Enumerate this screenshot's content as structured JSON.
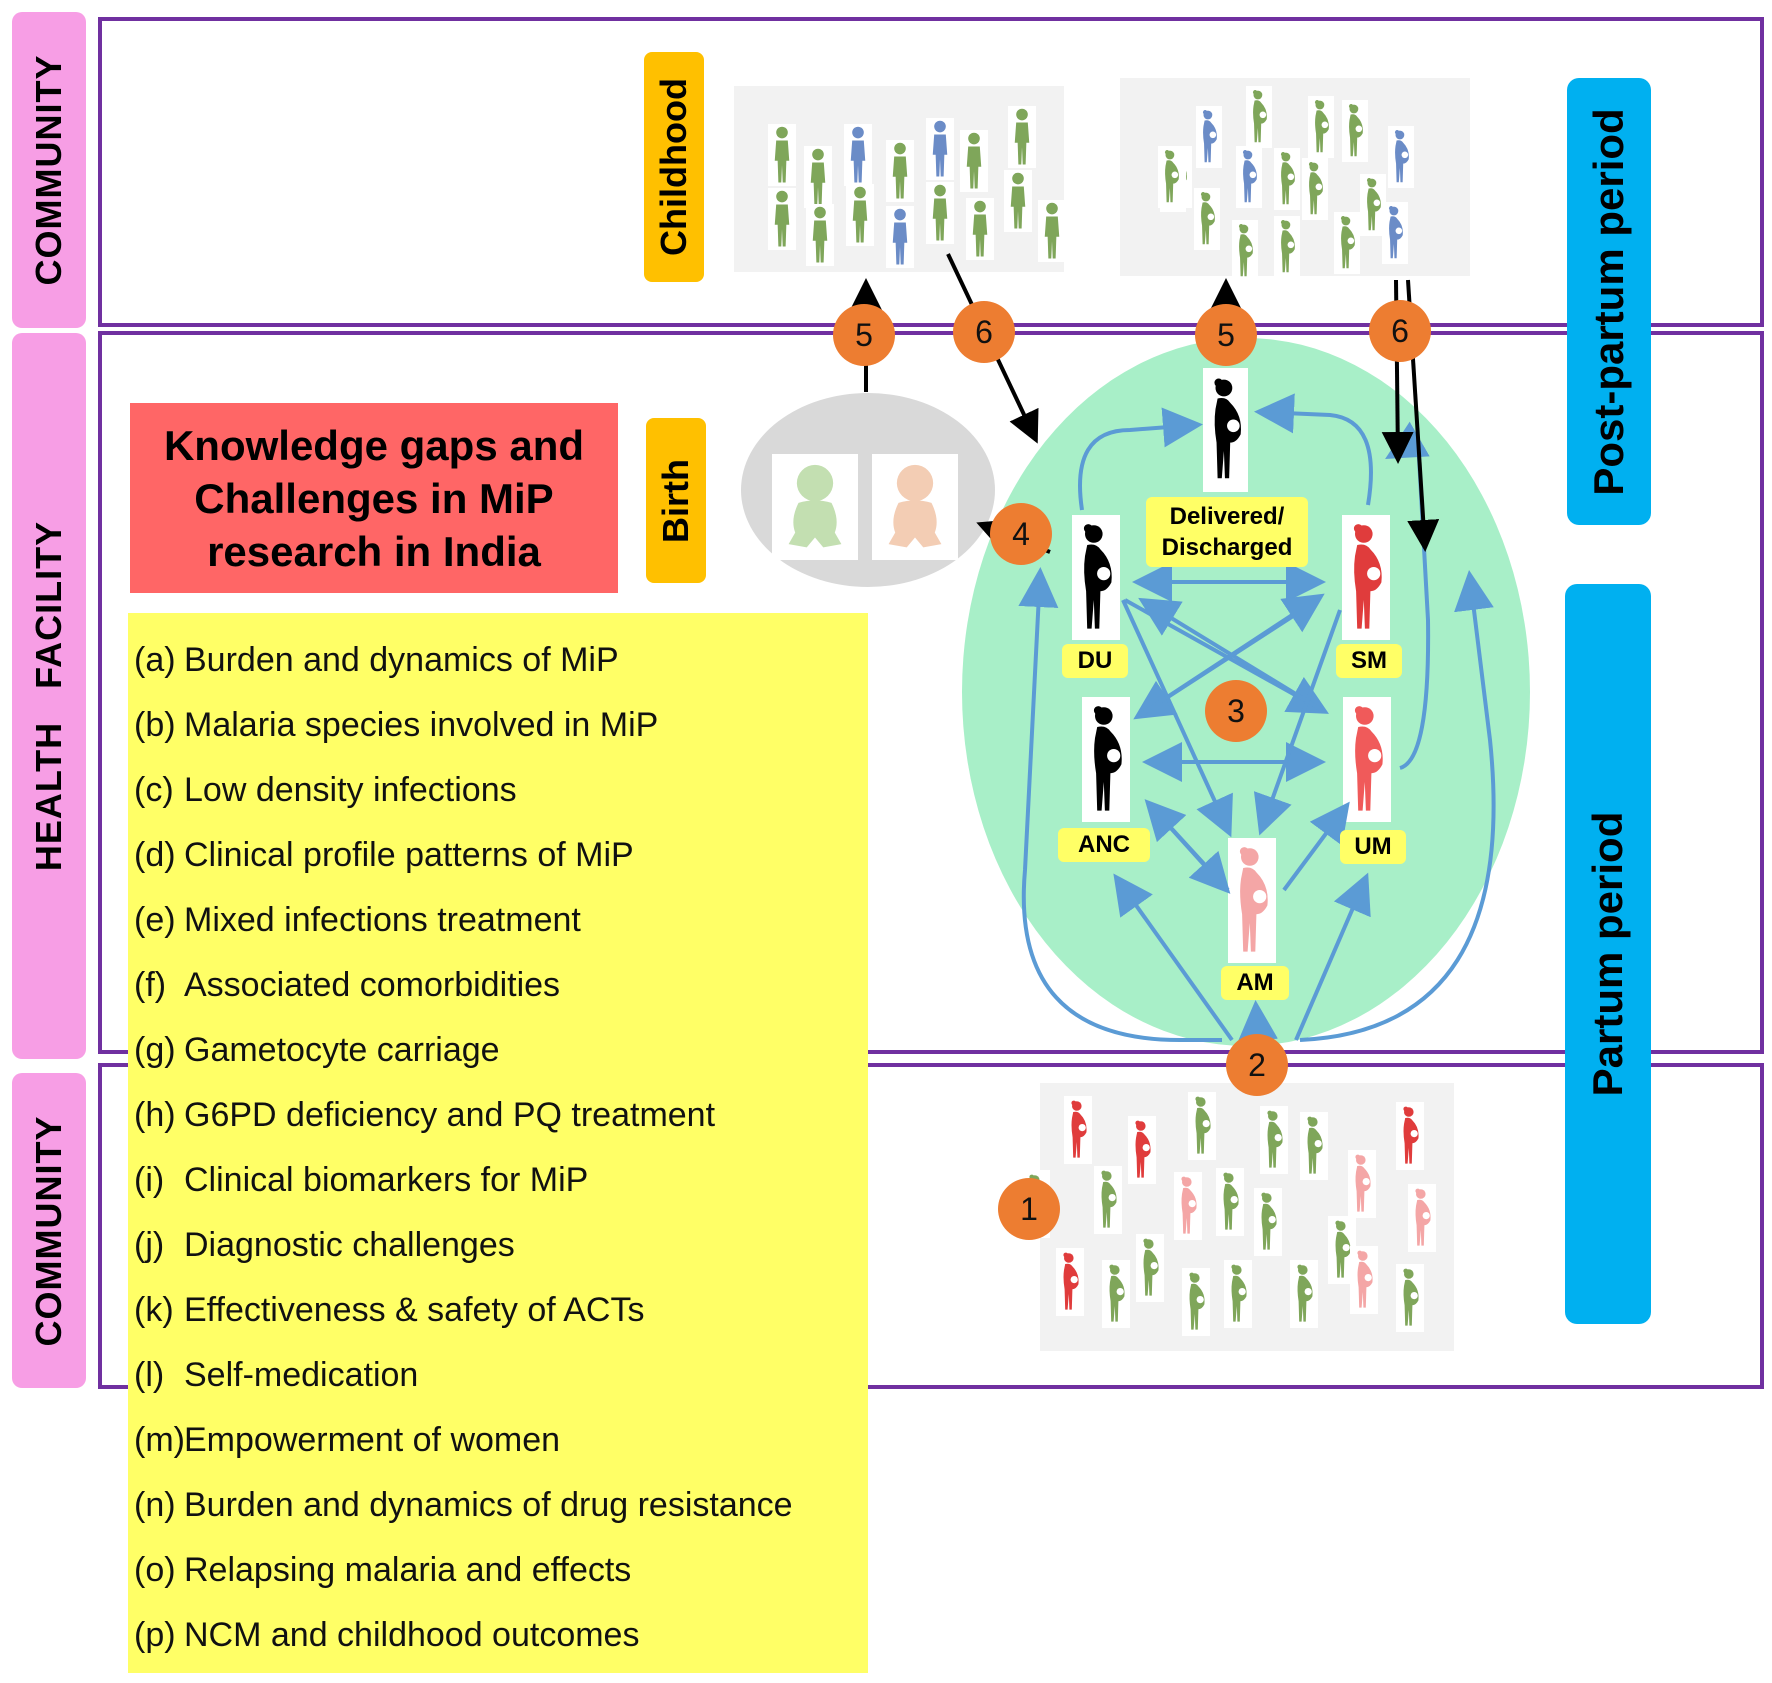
{
  "side_labels": {
    "community_top": "COMMUNITY",
    "health_facility": "HEALTH   FACILITY",
    "community_bottom": "COMMUNITY"
  },
  "periods": {
    "post_partum": "Post-partum period",
    "partum": "Partum period"
  },
  "stages": {
    "childhood": "Childhood",
    "birth": "Birth"
  },
  "title": "Knowledge gaps and\nChallenges in MiP\nresearch in India",
  "knowledge_gaps": [
    {
      "key": "(a)",
      "text": "Burden and dynamics of MiP"
    },
    {
      "key": "(b)",
      "text": "Malaria species involved in MiP"
    },
    {
      "key": "(c)",
      "text": "Low density infections"
    },
    {
      "key": "(d)",
      "text": "Clinical profile patterns of MiP"
    },
    {
      "key": "(e)",
      "text": "Mixed infections treatment"
    },
    {
      "key": "(f)",
      "text": "Associated comorbidities"
    },
    {
      "key": "(g)",
      "text": "Gametocyte carriage"
    },
    {
      "key": "(h)",
      "text": "G6PD deficiency and PQ treatment"
    },
    {
      "key": "(i)",
      "text": "Clinical biomarkers for MiP"
    },
    {
      "key": "(j)",
      "text": "Diagnostic challenges"
    },
    {
      "key": "(k)",
      "text": "Effectiveness & safety of ACTs"
    },
    {
      "key": "(l)",
      "text": "Self-medication"
    },
    {
      "key": "(m)",
      "text": "Empowerment of women"
    },
    {
      "key": "(n)",
      "text": "Burden and dynamics of drug resistance"
    },
    {
      "key": "(o)",
      "text": "Relapsing malaria and effects"
    },
    {
      "key": "(p)",
      "text": "NCM and childhood outcomes"
    }
  ],
  "status_tags": {
    "delivered": "Delivered/\nDischarged",
    "du": "DU",
    "sm": "SM",
    "anc": "ANC",
    "um": "UM",
    "am": "AM"
  },
  "steps": {
    "s1": "1",
    "s2": "2",
    "s3": "3",
    "s4": "4",
    "s5a": "5",
    "s6a": "6",
    "s5b": "5",
    "s6b": "6"
  },
  "colors": {
    "zone_border": "#7030a0",
    "side_label": "#f79ee5",
    "period_box": "#00b0f0",
    "stage_box": "#ffc000",
    "title_box": "#ff6666",
    "list_box": "#ffff66",
    "facility_ellipse": "#a8efc8",
    "step_circle": "#ed7d31",
    "arrow_blue": "#5b9bd5",
    "figure_green": "#7fa65a",
    "figure_blue": "#6b8cc7",
    "figure_red": "#e03c3c",
    "figure_pink": "#f4a6a6",
    "figure_black": "#000000"
  },
  "icons": [
    "pregnant-woman-icon",
    "child-icon",
    "baby-icon"
  ]
}
